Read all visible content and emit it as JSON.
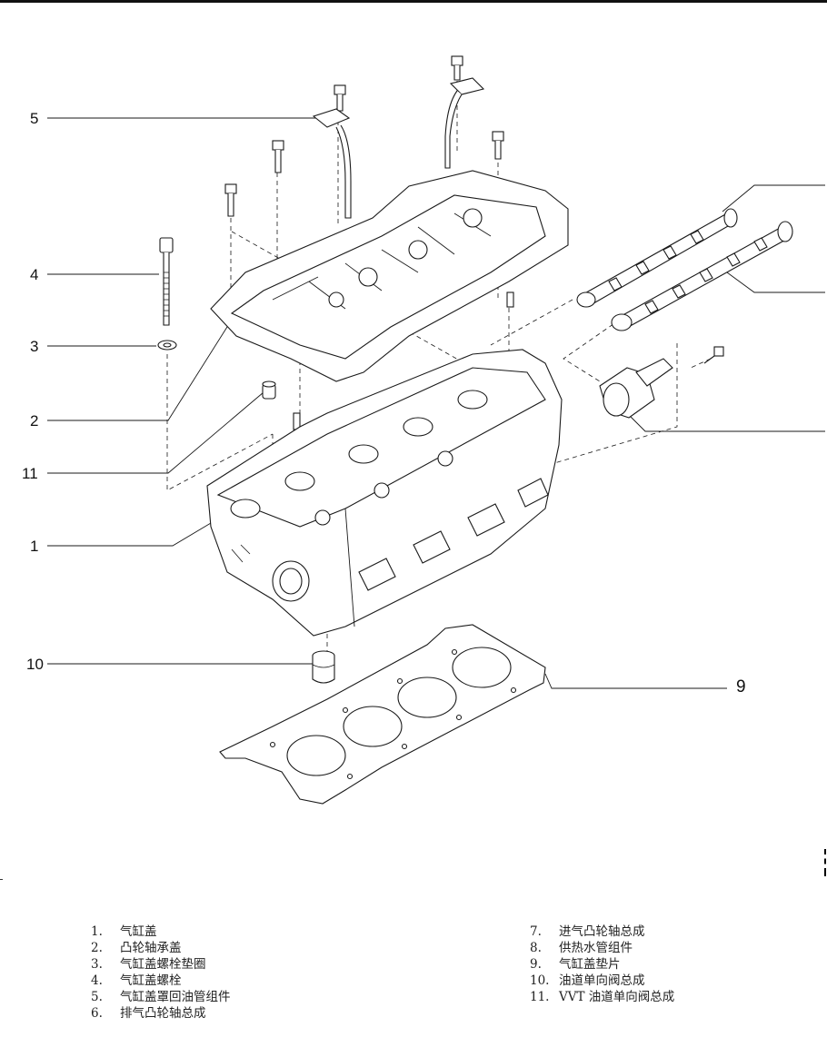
{
  "callouts": {
    "c1": "1",
    "c2": "2",
    "c3": "3",
    "c4": "4",
    "c5": "5",
    "c9": "9",
    "c10": "10",
    "c11": "11"
  },
  "legend": {
    "left": [
      {
        "num": "1.",
        "text": "气缸盖"
      },
      {
        "num": "2.",
        "text": "凸轮轴承盖"
      },
      {
        "num": "3.",
        "text": "气缸盖螺栓垫圈"
      },
      {
        "num": "4.",
        "text": "气缸盖螺栓"
      },
      {
        "num": "5.",
        "text": "气缸盖罩回油管组件"
      },
      {
        "num": "6.",
        "text": "排气凸轮轴总成"
      }
    ],
    "right": [
      {
        "num": "7.",
        "text": "进气凸轮轴总成"
      },
      {
        "num": "8.",
        "text": "供热水管组件"
      },
      {
        "num": "9.",
        "text": "气缸盖垫片"
      },
      {
        "num": "10.",
        "text": "油道单向阀总成"
      },
      {
        "num": "11.",
        "text": "VVT 油道单向阀总成"
      }
    ]
  },
  "colors": {
    "line": "#1a1a1a",
    "fill": "#ffffff",
    "shade": "#d9d9d9"
  }
}
